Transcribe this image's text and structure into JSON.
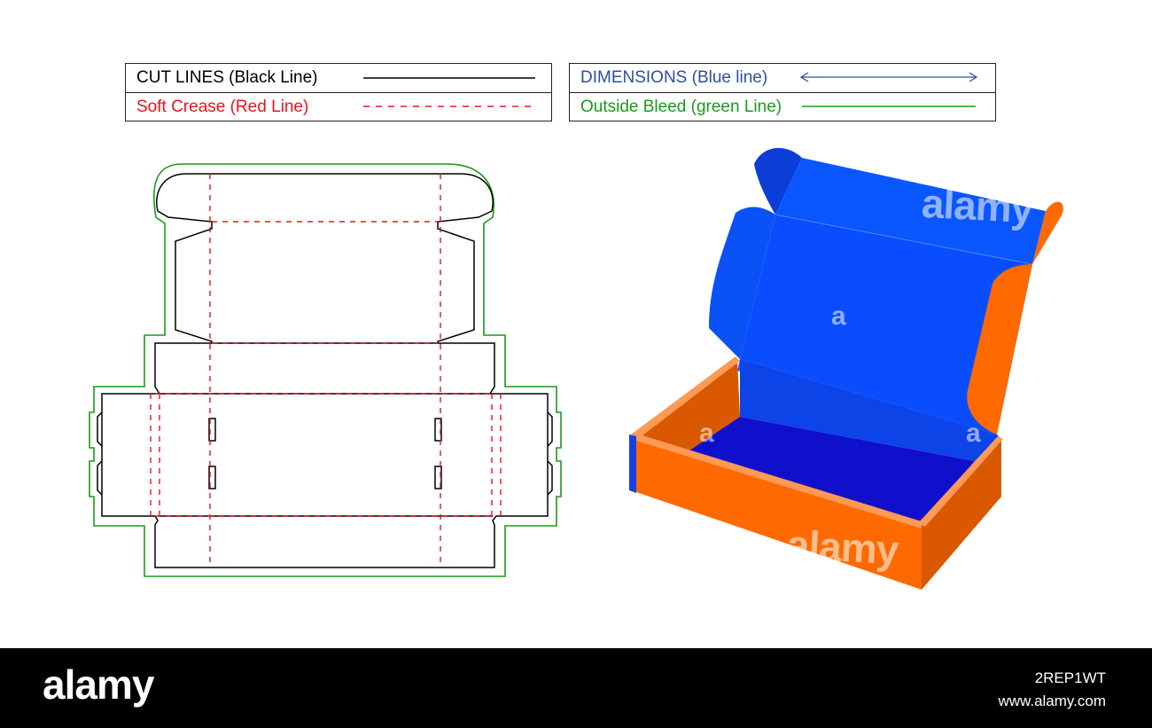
{
  "legend": {
    "cut_lines": {
      "label": "CUT LINES (Black Line)",
      "color": "#000000"
    },
    "soft_crease": {
      "label": "Soft Crease (Red Line)",
      "color": "#e8141c"
    },
    "dimensions": {
      "label": "DIMENSIONS (Blue line)",
      "color": "#2f4f9f"
    },
    "outside_bleed": {
      "label": "Outside Bleed (green Line)",
      "color": "#1a9a1a"
    }
  },
  "box_colors": {
    "inner_blue": "#0a4dff",
    "deep_blue": "#1010cc",
    "orange": "#ff6a00",
    "dark_orange": "#d95800",
    "light_orange": "#ff9a55"
  },
  "watermarks": {
    "logo": "alamy",
    "letter": "a"
  },
  "footer": {
    "logo": "alamy",
    "image_id": "2REP1WT",
    "url": "www.alamy.com"
  }
}
